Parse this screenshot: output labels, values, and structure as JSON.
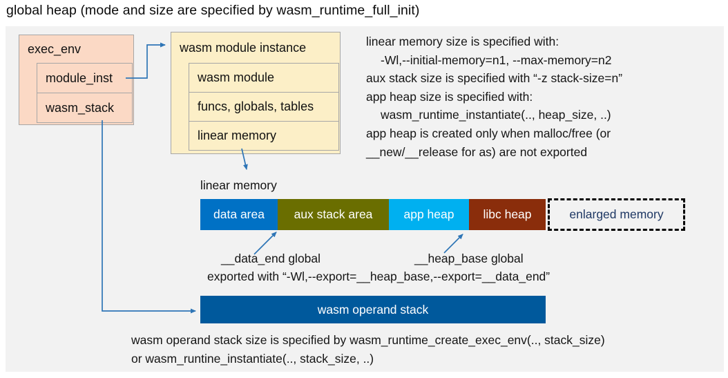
{
  "title": "global heap (mode and size are specified by wasm_runtime_full_init)",
  "exec_env_box": {
    "header": "exec_env",
    "rows": [
      "module_inst",
      "wasm_stack"
    ]
  },
  "instance_box": {
    "header": "wasm module instance",
    "rows": [
      "wasm module",
      "funcs, globals, tables",
      "linear memory"
    ]
  },
  "notes_right": {
    "lines": [
      "linear memory size is specified with:",
      "-Wl,--initial-memory=n1, --max-memory=n2",
      "aux stack size is specified with “-z stack-size=n”",
      "app heap size is specified with:",
      "wasm_runtime_instantiate(.., heap_size, ..)",
      "app heap is created only when malloc/free (or",
      "__new/__release for as) are not exported"
    ]
  },
  "linear_memory": {
    "label": "linear memory",
    "segments": [
      {
        "label": "data area",
        "color": "#0071c5"
      },
      {
        "label": "aux stack area",
        "color": "#6a6e00"
      },
      {
        "label": "app heap",
        "color": "#00b0f0"
      },
      {
        "label": "libc heap",
        "color": "#8a2d0b"
      },
      {
        "label": "enlarged memory",
        "color": "#1f3864"
      }
    ]
  },
  "annotations": {
    "data_end": "__data_end global",
    "heap_base": "__heap_base global",
    "exported": "exported with “-Wl,--export=__heap_base,--export=__data_end”"
  },
  "operand_stack": {
    "label": "wasm operand stack"
  },
  "caption": {
    "lines": [
      "wasm operand stack size is specified by wasm_runtime_create_exec_env(.., stack_size)",
      "or wasm_runtine_instantiate(.., stack_size, ..)"
    ]
  },
  "colors": {
    "diagram_background": "#f2f2f2",
    "box_peach": "#fbd9c5",
    "box_cream": "#fcefc7",
    "box_border": "#a6a6a6",
    "arrow_blue": "#2e75b6",
    "data_area": "#0071c5",
    "aux_stack_area": "#6a6e00",
    "app_heap": "#00b0f0",
    "libc_heap": "#8a2d0b",
    "enlarged_memory_text": "#1f3864",
    "operand_stack": "#00599c"
  }
}
